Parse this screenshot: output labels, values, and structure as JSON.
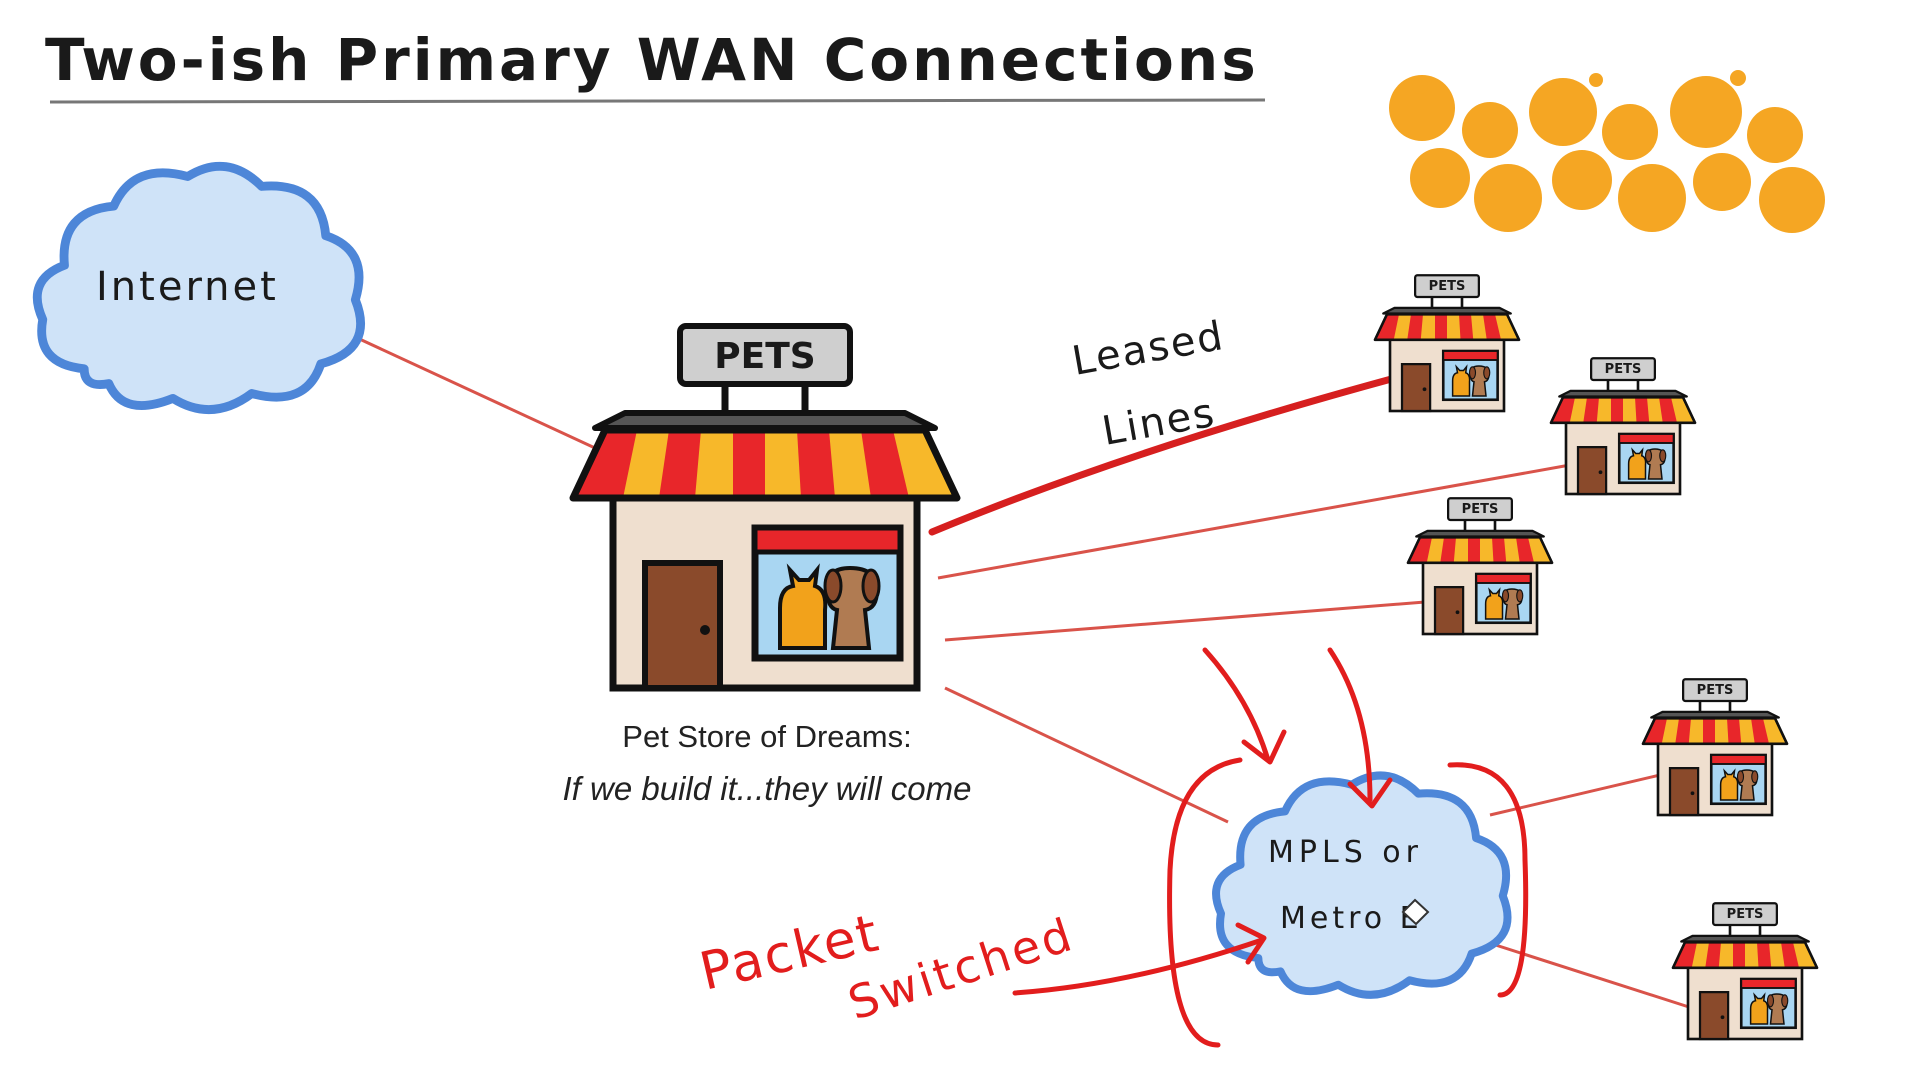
{
  "title": "Two-ish Primary WAN Connections",
  "clouds": {
    "internet": "Internet",
    "mpls_line1": "MPLS or",
    "mpls_line2": "Metro E"
  },
  "main_store": {
    "sign": "PETS",
    "caption_line1": "Pet Store of Dreams:",
    "caption_line2": "If we build it...they will come"
  },
  "branch_sign": "PETS",
  "annotations": {
    "leased_line1": "Leased",
    "leased_line2": "Lines",
    "packet_line1": "Packet",
    "packet_line2": "Switched"
  },
  "colors": {
    "cloud_fill": "#cfe3f8",
    "cloud_stroke": "#4d86d8",
    "link": "#d9534a",
    "annotation": "#e21d1d",
    "awning_red": "#e8262a",
    "awning_yellow": "#f7b82a",
    "wall": "#efdfcf",
    "door": "#8a4a2b",
    "roof": "#555555",
    "window": "#a9d6f2",
    "sun": "#f5a623"
  }
}
